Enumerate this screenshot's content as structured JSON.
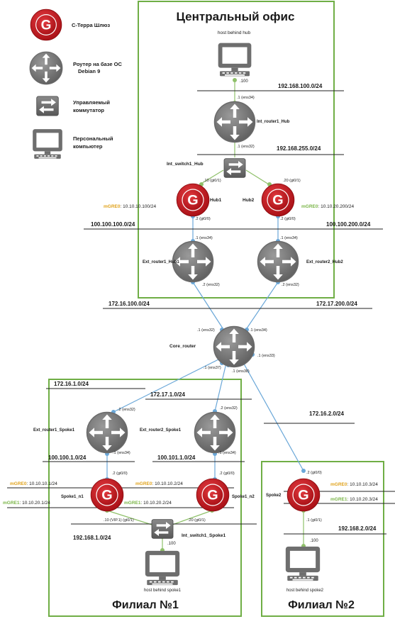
{
  "legend": {
    "gateway": "С-Терра Шлюз",
    "router_line1": "Роутер на базе ОС",
    "router_line2": "Debian 9",
    "switch_line1": "Управляемый",
    "switch_line2": "коммутатор",
    "pc_line1": "Персональный",
    "pc_line2": "компьютер"
  },
  "icon_letter": "G",
  "colors": {
    "frame": "#6fae45",
    "link_blue": "#6aa7d8",
    "link_green": "#8fc06a",
    "gateway_red": "#c8151c",
    "router_grey": "#7d7d7d",
    "mgre_label": "#e0a21b",
    "mgre1_label": "#7ab548"
  },
  "central": {
    "title": "Центральный офис",
    "host_name": "host behind hub",
    "host_ip": ".100",
    "net_lan": "192.168.100.0/24",
    "int_router": "Int_router1_Hub",
    "r_top_port": ".1 (ens34)",
    "r_bot_port": ".1 (ens32)",
    "net_inner": "192.168.255.0/24",
    "switch": "Int_switch1_Hub",
    "hub1": "Hub1",
    "hub2": "Hub2",
    "hub1_port": ".10 (gi0/1)",
    "hub2_port": ".20 (gi0/1)",
    "hub1_mgre_key": "mGRE0",
    "hub1_mgre_val": ": 10.10.10.100/24",
    "hub2_mgre_key": "mGRE0",
    "hub2_mgre_val": ": 10.10.20.200/24",
    "hub1_ext_port": ".2 (gi0/0)",
    "hub2_ext_port": ".2 (gi0/0)",
    "net_ext1": "100.100.100.0/24",
    "net_ext2": "100.100.200.0/24",
    "ext1_top_port": ".1 (ens34)",
    "ext2_top_port": ".1 (ens34)",
    "ext1": "Ext_router1_Hub1",
    "ext2": "Ext_router2_Hub2",
    "ext1_bot_port": ".2 (ens32)",
    "ext2_bot_port": ".2 (ens32)"
  },
  "core": {
    "net_left": "172.16.100.0/24",
    "net_right": "172.17.200.0/24",
    "name": "Core_router",
    "port_ul": ".1 (ens32)",
    "port_ur": ".1 (ens34)",
    "port_r": ".1 (ens33)",
    "port_bl": ".1 (ens37)",
    "port_bm": ".1 (ens38)",
    "net_spoke1a": "172.16.1.0/24",
    "net_spoke1b": "172.17.1.0/24",
    "net_spoke2": "172.16.2.0/24"
  },
  "branch1": {
    "title": "Филиал №1",
    "ext1_top_port": ".2 (ens32)",
    "ext2_top_port": ".2 (ens32)",
    "ext1": "Ext_router1_Spoke1",
    "ext2": "Ext_router2_Spoke1",
    "ext1_bot_port": ".1 (ens34)",
    "ext2_bot_port": ".1 (ens34)",
    "net_ext1": "100.100.1.0/24",
    "net_ext2": "100.101.1.0/24",
    "n1_port": ".2 (gi0/0)",
    "n2_port": ".2 (gi0/0)",
    "mgre0_key": "mGRE0",
    "mgre0_val": ": 10.10.10.1/24",
    "mgre1_key": "mGRE1",
    "mgre1_val": ": 10.10.20.1/24",
    "n2_mgre0_key": "mGRE0",
    "n2_mgre0_val": ": 10.10.10.2/24",
    "n2_mgre1_key": "mGRE1",
    "n2_mgre1_val": ": 10.10.20.2/24",
    "n1": "Spoke1_n1",
    "n2": "Spoke1_n2",
    "n1_lan_port": ".10 (VIP.1) (gi0/1)",
    "n2_lan_port": ".20 (gi0/1)",
    "net_lan": "192.168.1.0/24",
    "switch": "Int_switch1_Spoke1",
    "host_ip": ".100",
    "host_name": "host behind spoke1"
  },
  "branch2": {
    "title": "Филиал №2",
    "port_top": ".2 (gi0/0)",
    "name": "Spoke2",
    "mgre0_key": "mGRE0",
    "mgre0_val": ": 10.10.10.3/24",
    "mgre1_key": "mGRE1",
    "mgre1_val": ": 10.10.20.3/24",
    "port_bot": ".1 (gi0/1)",
    "net_lan": "192.168.2.0/24",
    "host_ip": ".100",
    "host_name": "host behind spoke2"
  }
}
